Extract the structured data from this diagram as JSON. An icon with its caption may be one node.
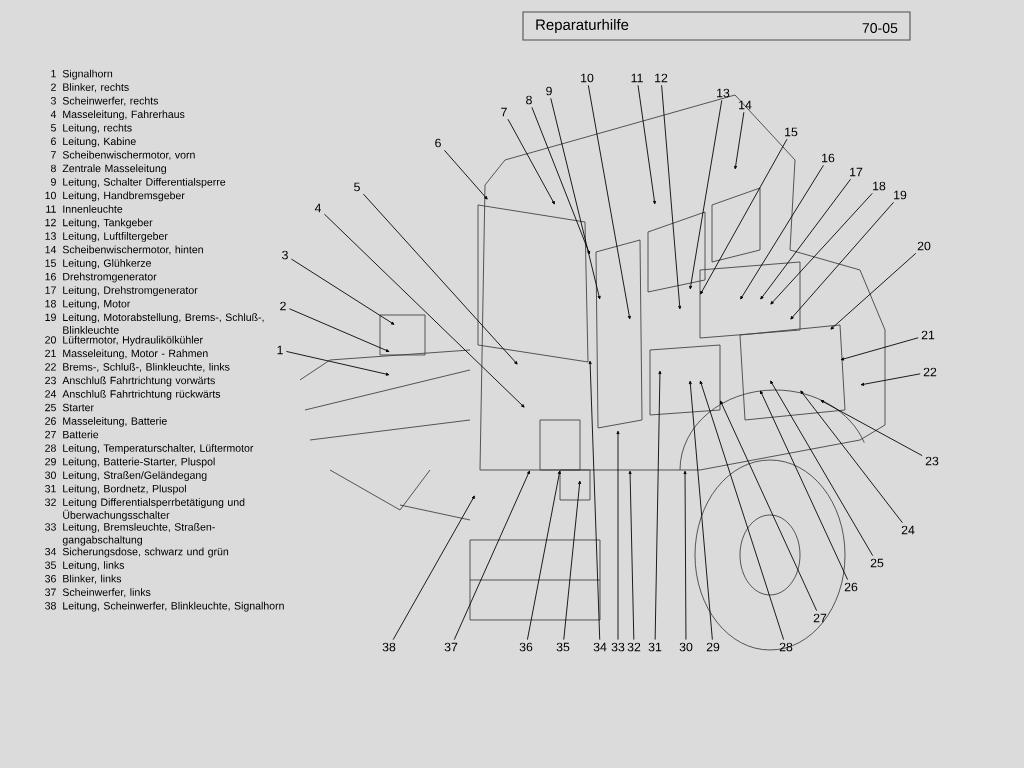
{
  "diagram": {
    "title": "Reparaturhilfe",
    "nodes": [
      {
        "text": [
          "1"
        ]
      },
      {
        "text": [
          "2"
        ]
      },
      {
        "text": [
          "3"
        ]
      },
      {
        "text": [
          "4"
        ]
      },
      {
        "text": [
          "5"
        ]
      },
      {
        "text": [
          "6"
        ]
      },
      {
        "text": [
          "7"
        ]
      },
      {
        "text": [
          "8"
        ]
      },
      {
        "text": [
          "9"
        ]
      },
      {
        "text": [
          "10"
        ]
      },
      {
        "text": [
          "11"
        ]
      },
      {
        "text": [
          "12"
        ]
      },
      {
        "text": [
          "13"
        ]
      },
      {
        "text": [
          "14"
        ]
      },
      {
        "text": [
          "15"
        ]
      },
      {
        "text": [
          "16"
        ]
      },
      {
        "text": [
          "17"
        ]
      },
      {
        "text": [
          "18"
        ]
      },
      {
        "text": [
          "19"
        ]
      },
      {
        "text": [
          "20"
        ]
      },
      {
        "text": [
          "21"
        ]
      },
      {
        "text": [
          "22"
        ]
      },
      {
        "text": [
          "23"
        ]
      },
      {
        "text": [
          "24"
        ]
      },
      {
        "text": [
          "25"
        ]
      },
      {
        "text": [
          "26"
        ]
      },
      {
        "text": [
          "27"
        ]
      },
      {
        "text": [
          "28"
        ]
      },
      {
        "text": [
          "29"
        ]
      },
      {
        "text": [
          "30"
        ]
      },
      {
        "text": [
          "31"
        ]
      },
      {
        "text": [
          "32"
        ]
      },
      {
        "text": [
          "33"
        ]
      },
      {
        "text": [
          "34"
        ]
      },
      {
        "text": [
          "35"
        ]
      },
      {
        "text": [
          "36"
        ]
      },
      {
        "text": [
          "37"
        ]
      },
      {
        "text": [
          "38"
        ]
      }
    ],
    "edges": [
      {
        "from": 0,
        "to": null,
        "arrow": "to"
      },
      {
        "from": 1,
        "to": null,
        "arrow": "to"
      },
      {
        "from": 2,
        "to": null,
        "arrow": "to"
      },
      {
        "from": 3,
        "to": null,
        "arrow": "to"
      },
      {
        "from": 4,
        "to": null,
        "arrow": "to"
      },
      {
        "from": 5,
        "to": null,
        "arrow": "to"
      },
      {
        "from": 6,
        "to": null,
        "arrow": "to"
      },
      {
        "from": 7,
        "to": null,
        "arrow": "to"
      },
      {
        "from": 8,
        "to": null,
        "arrow": "to"
      },
      {
        "from": 9,
        "to": null,
        "arrow": "to"
      },
      {
        "from": 10,
        "to": null,
        "arrow": "to"
      },
      {
        "from": 11,
        "to": null,
        "arrow": "to"
      },
      {
        "from": 12,
        "to": null,
        "arrow": "to"
      },
      {
        "from": 13,
        "to": null,
        "arrow": "to"
      },
      {
        "from": 14,
        "to": null,
        "arrow": "to"
      },
      {
        "from": 15,
        "to": null,
        "arrow": "to"
      },
      {
        "from": 16,
        "to": null,
        "arrow": "to"
      },
      {
        "from": 17,
        "to": null,
        "arrow": "to"
      },
      {
        "from": 18,
        "to": null,
        "arrow": "to"
      },
      {
        "from": 19,
        "to": null,
        "arrow": "to"
      },
      {
        "from": 20,
        "to": null,
        "arrow": "to"
      },
      {
        "from": 21,
        "to": null,
        "arrow": "to"
      },
      {
        "from": 22,
        "to": null,
        "arrow": "to"
      },
      {
        "from": 23,
        "to": null,
        "arrow": "to"
      },
      {
        "from": 24,
        "to": null,
        "arrow": "to"
      },
      {
        "from": 25,
        "to": null,
        "arrow": "to"
      },
      {
        "from": 26,
        "to": null,
        "arrow": "to"
      },
      {
        "from": 27,
        "to": null,
        "arrow": "to"
      },
      {
        "from": 28,
        "to": null,
        "arrow": "to"
      },
      {
        "from": 29,
        "to": null,
        "arrow": "to"
      },
      {
        "from": 30,
        "to": null,
        "arrow": "to"
      },
      {
        "from": 31,
        "to": null,
        "arrow": "to"
      },
      {
        "from": 32,
        "to": null,
        "arrow": "to"
      },
      {
        "from": 33,
        "to": null,
        "arrow": "to"
      },
      {
        "from": 34,
        "to": null,
        "arrow": "to"
      },
      {
        "from": 35,
        "to": null,
        "arrow": "to"
      },
      {
        "from": 36,
        "to": null,
        "arrow": "to"
      },
      {
        "from": 37,
        "to": null,
        "arrow": "to"
      }
    ],
    "labels": [
      "70-05",
      "1",
      "Signalhorn",
      "2",
      "Blinker, rechts",
      "3",
      "Scheinwerfer, rechts",
      "4",
      "Masseleitung, Fahrerhaus",
      "5",
      "Leitung, rechts",
      "6",
      "Leitung, Kabine",
      "7",
      "Scheibenwischermotor, vorn",
      "8",
      "Zentrale Masseleitung",
      "9",
      "Leitung, Schalter Differentialsperre",
      "10",
      "Leitung, Handbremsgeber",
      "11",
      "Innenleuchte",
      "12",
      "Leitung, Tankgeber",
      "13",
      "Leitung, Luftfiltergeber",
      "14",
      "Scheibenwischermotor, hinten",
      "15",
      "Leitung, Glühkerze",
      "16",
      "Drehstromgenerator",
      "17",
      "Leitung, Drehstromgenerator",
      "18",
      "Leitung, Motor",
      "19",
      "Leitung, Motorabstellung, Brems-, Schluß-, Blinkleuchte",
      "20",
      "Lüftermotor, Hydraulikölkühler",
      "21",
      "Masseleitung, Motor - Rahmen",
      "22",
      "Brems-, Schluß-, Blinkleuchte, links",
      "23",
      "Anschluß Fahrtrichtung vorwärts",
      "24",
      "Anschluß Fahrtrichtung rückwärts",
      "25",
      "Starter",
      "26",
      "Masseleitung, Batterie",
      "27",
      "Batterie",
      "28",
      "Leitung, Temperaturschalter, Lüftermotor",
      "29",
      "Leitung, Batterie-Starter, Pluspol",
      "30",
      "Leitung, Straßen/Geländegang",
      "31",
      "Leitung, Bordnetz, Pluspol",
      "32",
      "Leitung Differentialsperrbetätigung und Überwachungsschalter",
      "33",
      "Leitung, Bremsleuchte, Straßen- gangabschaltung",
      "34",
      "Sicherungsdose, schwarz und grün",
      "35",
      "Leitung, links",
      "36",
      "Blinker, links",
      "37",
      "Scheinwerfer, links",
      "38",
      "Leitung, Scheinwerfer, Blinkleuchte, Signalhorn"
    ]
  }
}
